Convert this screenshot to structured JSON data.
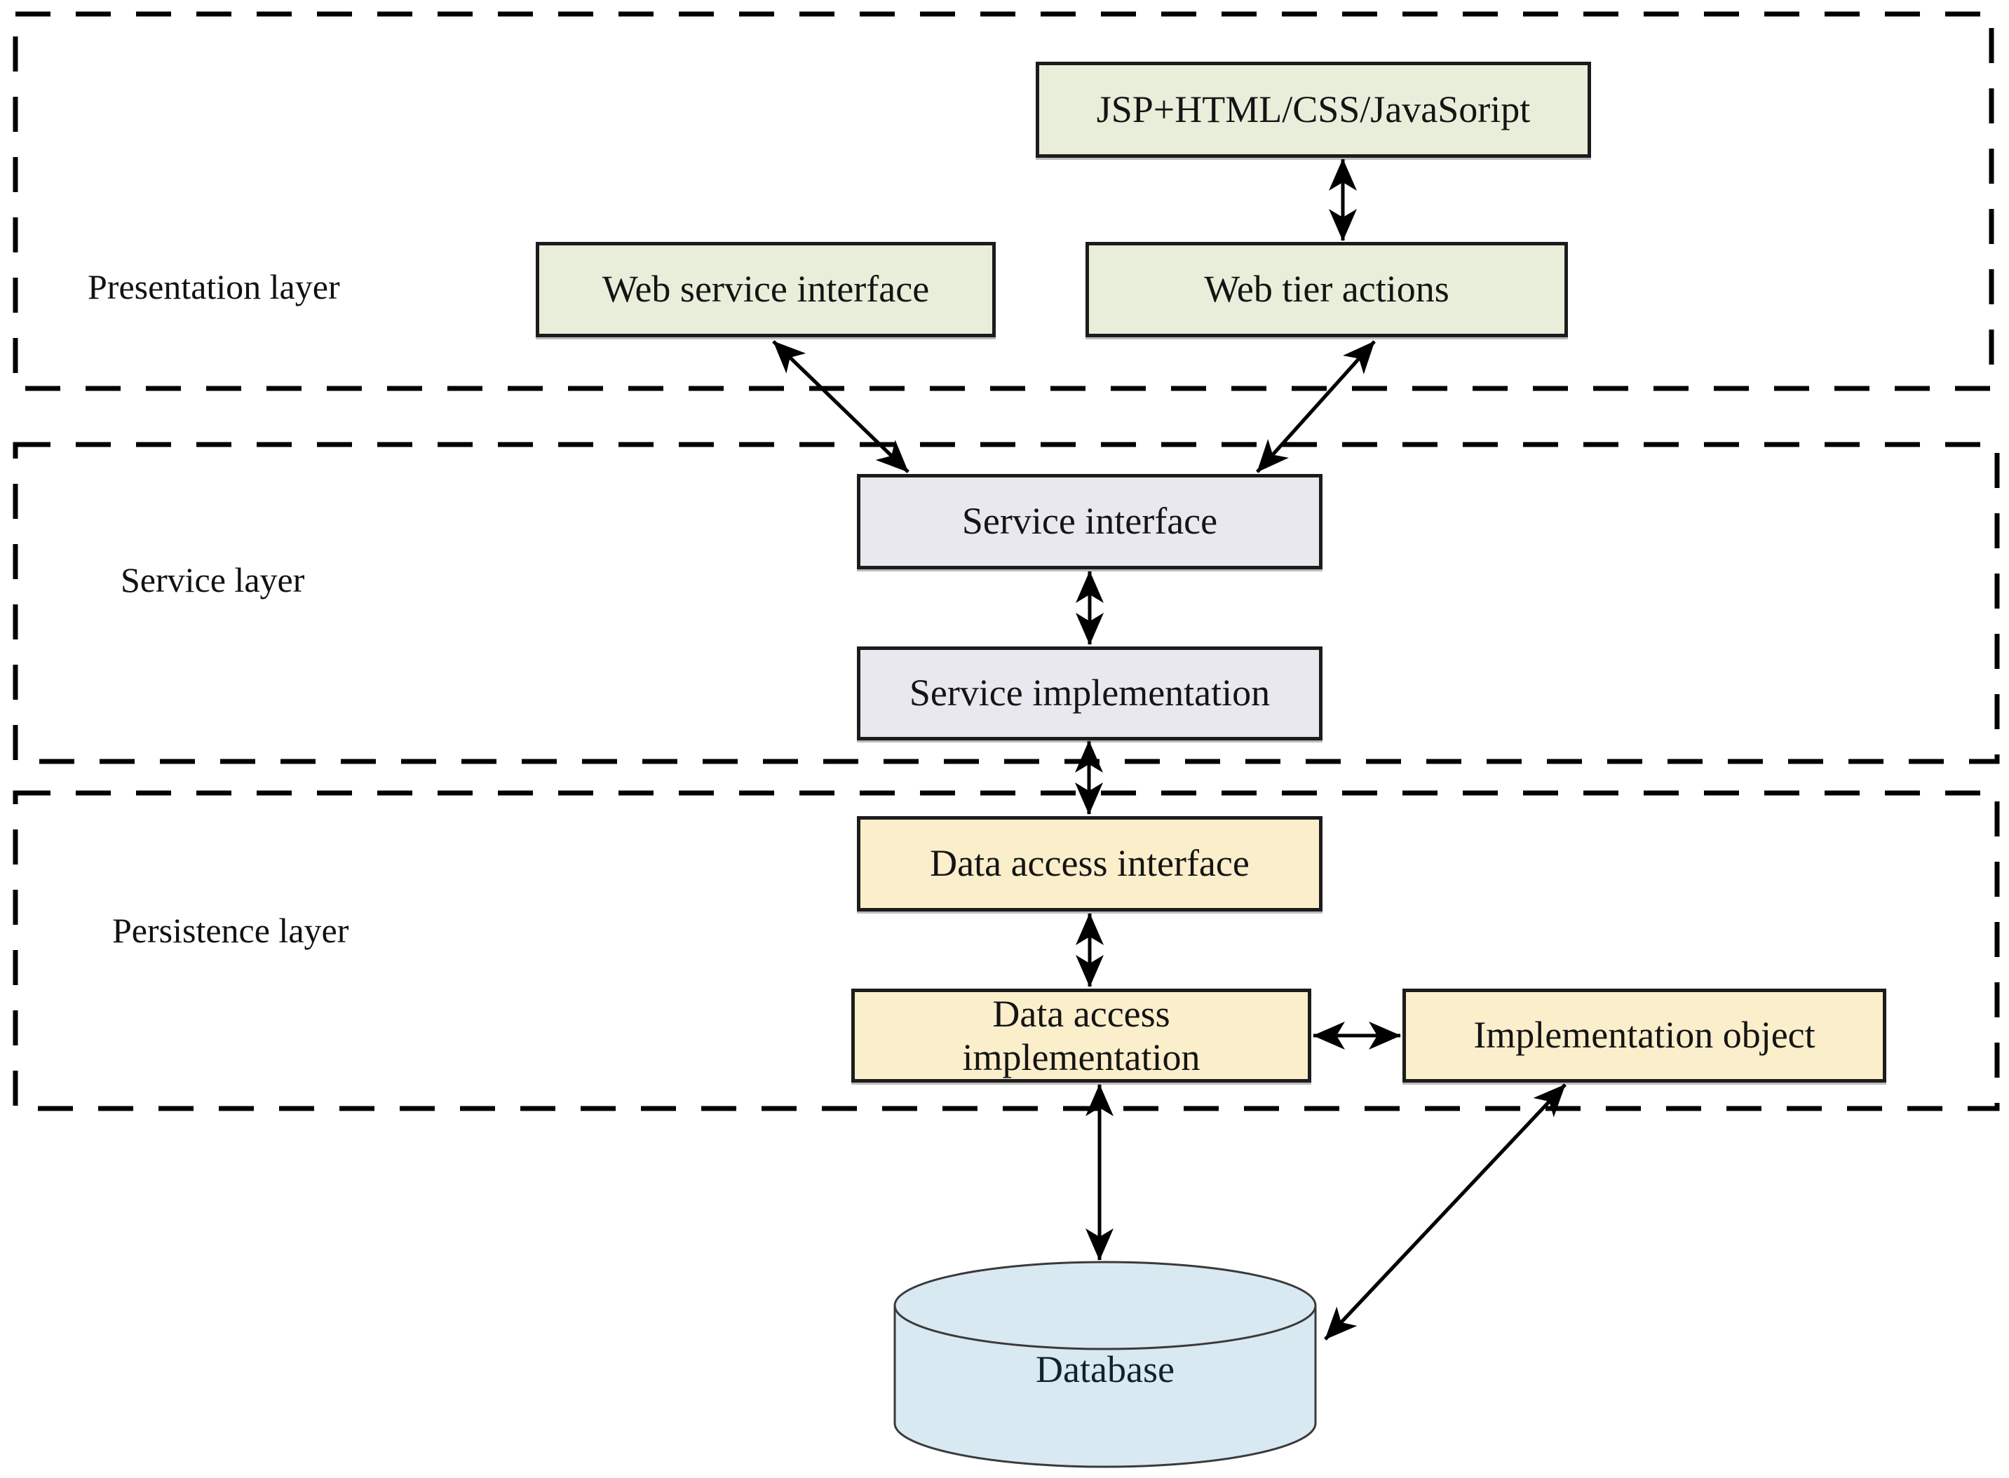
{
  "layers": [
    {
      "label": "Presentation layer"
    },
    {
      "label": "Service layer"
    },
    {
      "label": "Persistence layer"
    }
  ],
  "nodes": {
    "jsp": {
      "label": "JSP+HTML/CSS/JavaSoript"
    },
    "web_service_interface": {
      "label": "Web service interface"
    },
    "web_tier_actions": {
      "label": "Web tier actions"
    },
    "service_interface": {
      "label": "Service interface"
    },
    "service_implementation": {
      "label": "Service implementation"
    },
    "data_access_interface": {
      "label": "Data access interface"
    },
    "data_access_implementation": {
      "label": "Data access implementation"
    },
    "implementation_object": {
      "label": "Implementation object"
    },
    "database": {
      "label": "Database"
    }
  },
  "colors": {
    "presentation_node_fill": "#e8eeda",
    "service_node_fill": "#e9e8ee",
    "persistence_node_fill": "#fbeecb",
    "database_fill": "#d9e9f2",
    "border": "#1c1c1c",
    "arrow": "#000000"
  },
  "connections": [
    {
      "from": "jsp",
      "to": "web_tier_actions",
      "type": "bidirectional"
    },
    {
      "from": "web_service_interface",
      "to": "service_interface",
      "type": "bidirectional"
    },
    {
      "from": "web_tier_actions",
      "to": "service_interface",
      "type": "bidirectional"
    },
    {
      "from": "service_interface",
      "to": "service_implementation",
      "type": "bidirectional"
    },
    {
      "from": "service_implementation",
      "to": "data_access_interface",
      "type": "bidirectional"
    },
    {
      "from": "data_access_interface",
      "to": "data_access_implementation",
      "type": "bidirectional"
    },
    {
      "from": "data_access_implementation",
      "to": "implementation_object",
      "type": "bidirectional"
    },
    {
      "from": "data_access_implementation",
      "to": "database",
      "type": "bidirectional"
    },
    {
      "from": "implementation_object",
      "to": "database",
      "type": "bidirectional"
    }
  ]
}
